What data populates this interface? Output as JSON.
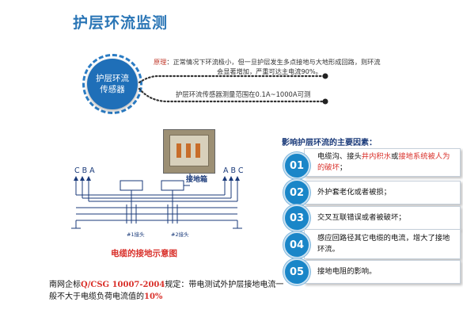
{
  "title": "护层环流监测",
  "sensor": {
    "line1": "护层环流",
    "line2": "传感器"
  },
  "principle": {
    "label": "原理",
    "line1": "：正常情况下环流极小，但一旦护层发生多点接地与大地形成回路，则环流",
    "line2": "会显著增加，严重可达主电流90%。"
  },
  "range_text": "护层环流传感器测量范围在0.1A~1000A可测",
  "diagram": {
    "left_phases": "CBA",
    "right_phases": "ABC",
    "earth_box_label": "接地箱",
    "joint1": "#1接头",
    "joint2": "#2接头",
    "caption": "电缆的接地示意图"
  },
  "standard": {
    "prefix": "南网企标",
    "code": "Q/CSG 10007-2004",
    "mid": "规定：带电测试外护层接地电流一般不大于电缆负荷电流值的",
    "value": "10%"
  },
  "factors": {
    "title": "影响护层环流的主要因素：",
    "items": [
      {
        "num": "01",
        "text_a": "电缆沟、接头",
        "text_red": "井内积水",
        "text_b": "或",
        "text_red2": "接地系统被人为的破坏",
        "text_c": "；"
      },
      {
        "num": "02",
        "text_a": "外护套老化或者被损；"
      },
      {
        "num": "03",
        "text_a": "交叉互联错误或者被破坏；"
      },
      {
        "num": "04",
        "text_a": "感应回路径其它电缆的电流，增大了接地环流。"
      },
      {
        "num": "05",
        "text_a": "接地电阻的影响。"
      }
    ]
  },
  "colors": {
    "title": "#2b76b6",
    "accent": "#1a86c8",
    "red": "#d9312b",
    "navy": "#1a3a7a"
  }
}
